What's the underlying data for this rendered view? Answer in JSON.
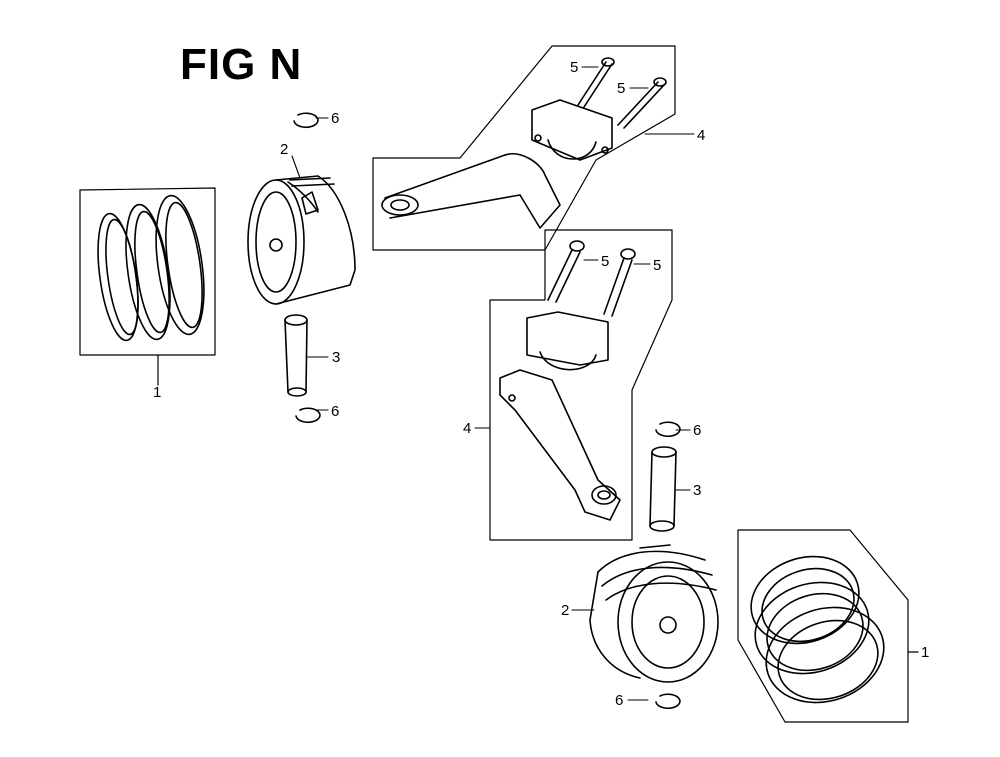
{
  "figure": {
    "title": "FIG N"
  },
  "callouts": [
    {
      "id": "c1",
      "text": "1"
    },
    {
      "id": "c2",
      "text": "2"
    },
    {
      "id": "c3",
      "text": "3"
    },
    {
      "id": "c4",
      "text": "4"
    },
    {
      "id": "c5",
      "text": "5"
    },
    {
      "id": "c6",
      "text": "6"
    }
  ]
}
